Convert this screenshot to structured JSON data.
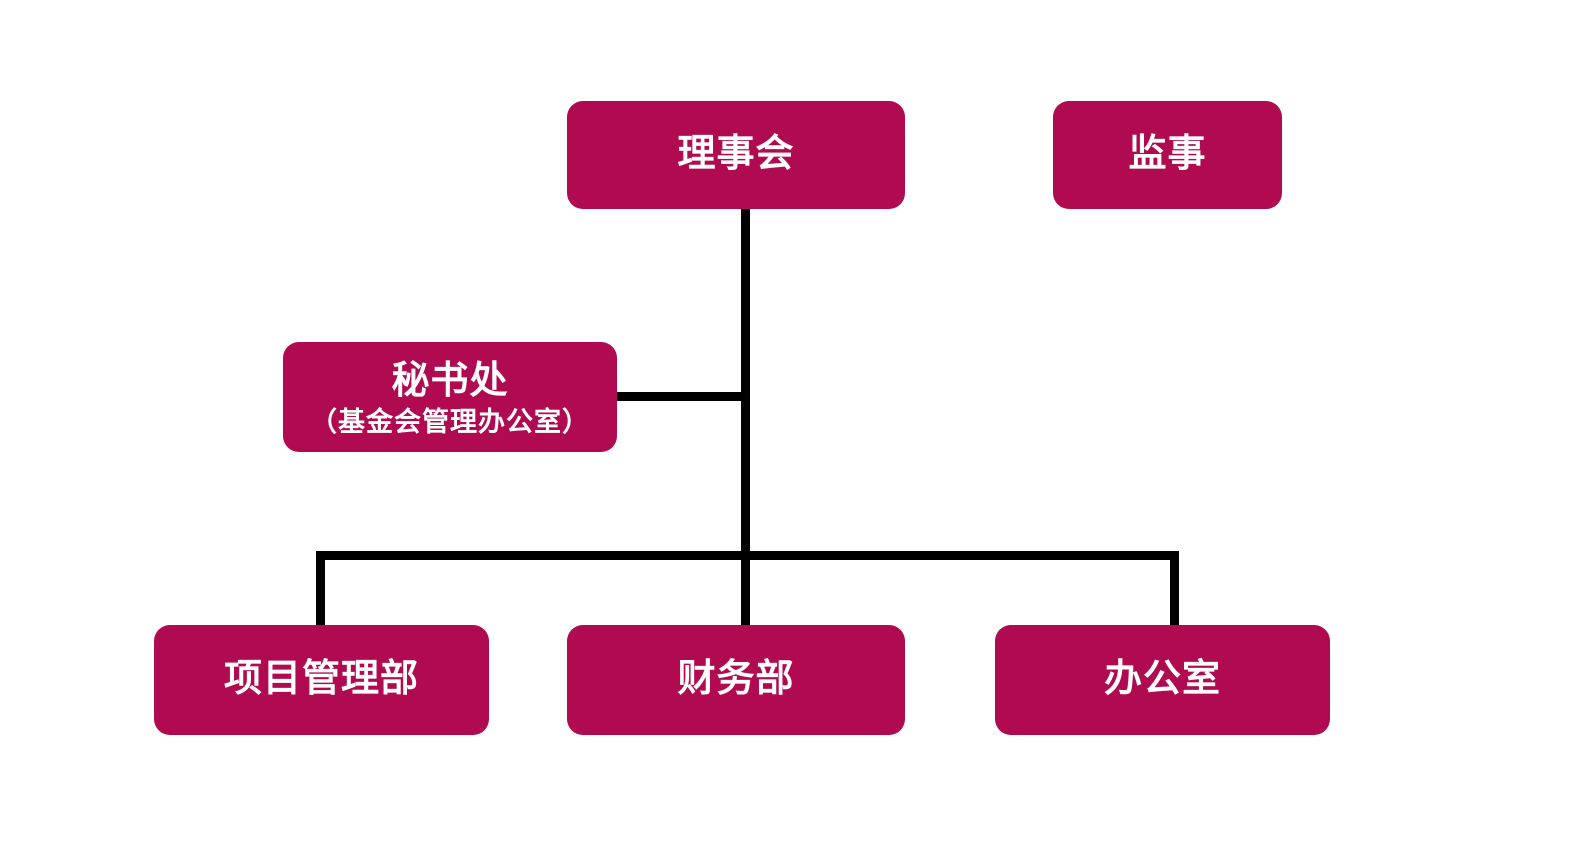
{
  "diagram": {
    "type": "organization-chart",
    "background_color": "#ffffff",
    "node_fill_color": "#b00a51",
    "node_text_color": "#ffffff",
    "connector_color": "#000000",
    "nodes": {
      "board": {
        "label": "理事会"
      },
      "supervisor": {
        "label": "监事"
      },
      "secretariat": {
        "label": "秘书处",
        "sublabel": "（基金会管理办公室）"
      },
      "project_department": {
        "label": "项目管理部"
      },
      "finance_department": {
        "label": "财务部"
      },
      "office": {
        "label": "办公室"
      }
    }
  }
}
